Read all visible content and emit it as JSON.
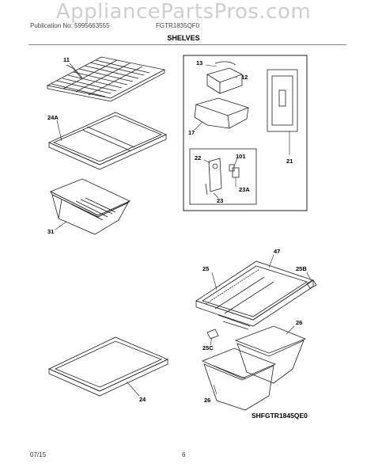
{
  "watermark": "AppliancePartsPros.com",
  "header": {
    "publication": "Publication No: 5995663555",
    "model": "FGTR1835QF0"
  },
  "title": "SHELVES",
  "callouts": {
    "c11": "11",
    "c24a": "24A",
    "c31": "31",
    "c24": "24",
    "c13": "13",
    "c12": "12",
    "c17": "17",
    "c21": "21",
    "c22": "22",
    "c101": "101",
    "c23a": "23A",
    "c23": "23",
    "c47": "47",
    "c25": "25",
    "c25b": "25B",
    "c26a": "26",
    "c25c": "25C",
    "c26b": "26"
  },
  "diagram_code": "SHFGTR1845QE0",
  "footer": {
    "date": "07/15",
    "page": "6"
  }
}
